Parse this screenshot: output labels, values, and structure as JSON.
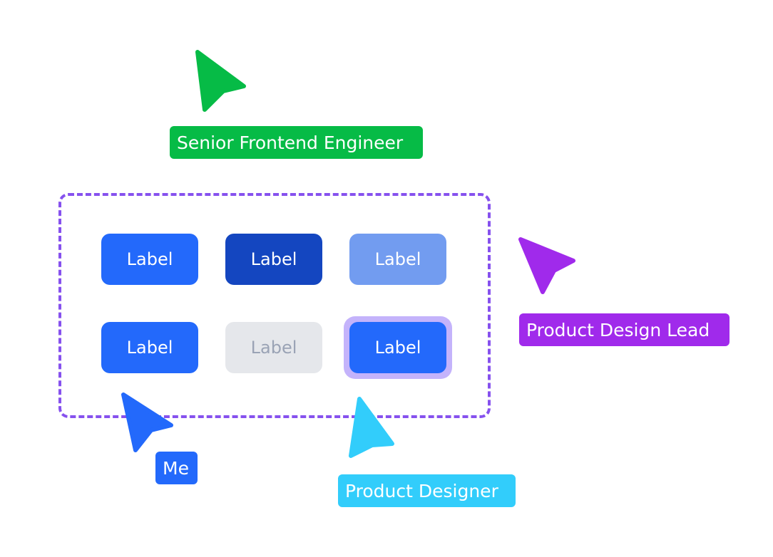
{
  "buttons": [
    {
      "label": "Label",
      "state": "default",
      "color": "#2369fb"
    },
    {
      "label": "Label",
      "state": "pressed",
      "color": "#1446c0"
    },
    {
      "label": "Label",
      "state": "hover-light",
      "color": "#729cf0"
    },
    {
      "label": "Label",
      "state": "default",
      "color": "#2369fb"
    },
    {
      "label": "Label",
      "state": "disabled",
      "color": "#e5e7eb"
    },
    {
      "label": "Label",
      "state": "focused",
      "color": "#2369fb"
    }
  ],
  "selection_frame": {
    "color": "#8651ee",
    "style": "dashed"
  },
  "collaborators": [
    {
      "name": "Senior Frontend Engineer",
      "color": "#06bb46",
      "icon": "cursor-arrow-icon"
    },
    {
      "name": "Product Design Lead",
      "color": "#a02aeb",
      "icon": "cursor-arrow-icon"
    },
    {
      "name": "Me",
      "color": "#2369fb",
      "icon": "cursor-arrow-icon"
    },
    {
      "name": "Product Designer",
      "color": "#32cdfb",
      "icon": "cursor-arrow-icon"
    }
  ]
}
